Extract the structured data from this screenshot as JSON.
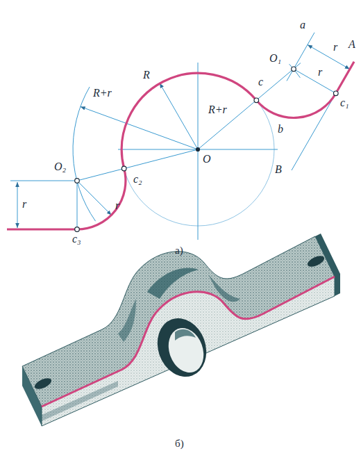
{
  "diagram": {
    "labels": [
      "A",
      "a",
      "r",
      "O₁",
      "R+r",
      "c",
      "b",
      "c₁",
      "r",
      "R",
      "R+r",
      "O",
      "O₂",
      "c₂",
      "r",
      "r",
      "c₃",
      "B",
      "а)",
      "б)"
    ]
  }
}
